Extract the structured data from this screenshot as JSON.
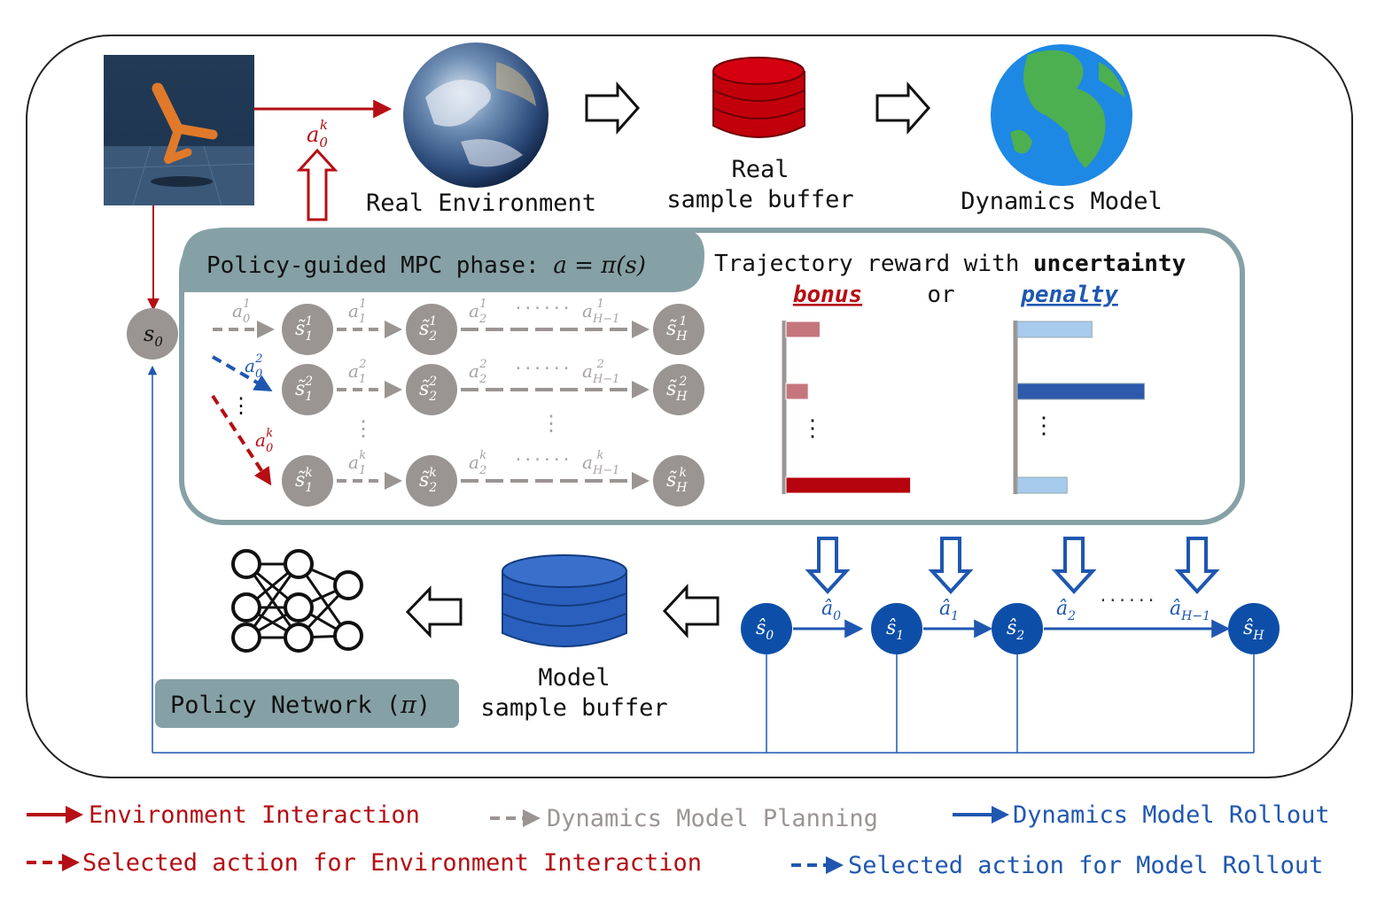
{
  "colors": {
    "red": "#b50e14",
    "gray": "#9a9593",
    "blue": "#1f57b0",
    "panel_teal": "#86a1a6",
    "bar_red_light": "#c5767d",
    "bar_red_dark": "#b5040d",
    "bar_blue_light": "#a7cbed",
    "bar_blue_dark": "#2e5aac"
  },
  "top": {
    "real_environment": "Real Environment",
    "real_buffer_line1": "Real",
    "real_buffer_line2": "sample buffer",
    "dynamics_model": "Dynamics Model",
    "action_label_base": "a",
    "action_label_sub": "0",
    "action_label_sup": "k"
  },
  "s0_label": {
    "base": "s",
    "sub": "0"
  },
  "mpc": {
    "title": "Policy-guided MPC phase: ",
    "title_formula": "a = π(s)",
    "reward_title_pre": "Trajectory reward with ",
    "reward_title_bold": "uncertainty",
    "bonus": "bonus",
    "or": "or",
    "penalty": "penalty",
    "dots_h": "······",
    "vdots": "⋮",
    "rows": [
      {
        "first_action": {
          "base": "a",
          "sub": "0",
          "sup": "1"
        },
        "s1": {
          "base": "s̃",
          "sub": "1",
          "sup": "1"
        },
        "a1": {
          "base": "a",
          "sub": "1",
          "sup": "1"
        },
        "s2": {
          "base": "s̃",
          "sub": "2",
          "sup": "1"
        },
        "a2": {
          "base": "a",
          "sub": "2",
          "sup": "1"
        },
        "aH": {
          "base": "a",
          "sub": "H−1",
          "sup": "1"
        },
        "sH": {
          "base": "s̃",
          "sub": "H",
          "sup": "1"
        }
      },
      {
        "first_action": {
          "base": "a",
          "sub": "0",
          "sup": "2"
        },
        "s1": {
          "base": "s̃",
          "sub": "1",
          "sup": "2"
        },
        "a1": {
          "base": "a",
          "sub": "1",
          "sup": "2"
        },
        "s2": {
          "base": "s̃",
          "sub": "2",
          "sup": "2"
        },
        "a2": {
          "base": "a",
          "sub": "2",
          "sup": "2"
        },
        "aH": {
          "base": "a",
          "sub": "H−1",
          "sup": "2"
        },
        "sH": {
          "base": "s̃",
          "sub": "H",
          "sup": "2"
        }
      },
      {
        "first_action": {
          "base": "a",
          "sub": "0",
          "sup": "k"
        },
        "s1": {
          "base": "s̃",
          "sub": "1",
          "sup": "k"
        },
        "a1": {
          "base": "a",
          "sub": "1",
          "sup": "k"
        },
        "s2": {
          "base": "s̃",
          "sub": "2",
          "sup": "k"
        },
        "a2": {
          "base": "a",
          "sub": "2",
          "sup": "k"
        },
        "aH": {
          "base": "a",
          "sub": "H−1",
          "sup": "k"
        },
        "sH": {
          "base": "s̃",
          "sub": "H",
          "sup": "k"
        }
      }
    ],
    "bonus_bars": [
      0.26,
      0.17,
      0.95
    ],
    "penalty_bars": [
      0.57,
      0.97,
      0.38
    ]
  },
  "rollout": {
    "states": [
      {
        "base": "ŝ",
        "sub": "0"
      },
      {
        "base": "ŝ",
        "sub": "1"
      },
      {
        "base": "ŝ",
        "sub": "2"
      },
      {
        "base": "ŝ",
        "sub": "H"
      }
    ],
    "actions": [
      {
        "base": "â",
        "sub": "0"
      },
      {
        "base": "â",
        "sub": "1"
      },
      {
        "base": "â",
        "sub": "2"
      },
      {
        "base": "â",
        "sub": "H−1"
      }
    ],
    "dots": "······"
  },
  "bottom": {
    "model_buffer_line1": "Model",
    "model_buffer_line2": "sample buffer",
    "policy_network": "Policy Network (",
    "policy_network_pi": "π",
    "policy_network_close": ")"
  },
  "legend": {
    "env_interaction": "Environment Interaction",
    "dyn_planning": "Dynamics Model Planning",
    "dyn_rollout": "Dynamics Model Rollout",
    "selected_env": "Selected action for Environment Interaction",
    "selected_model": "Selected action for Model Rollout"
  }
}
